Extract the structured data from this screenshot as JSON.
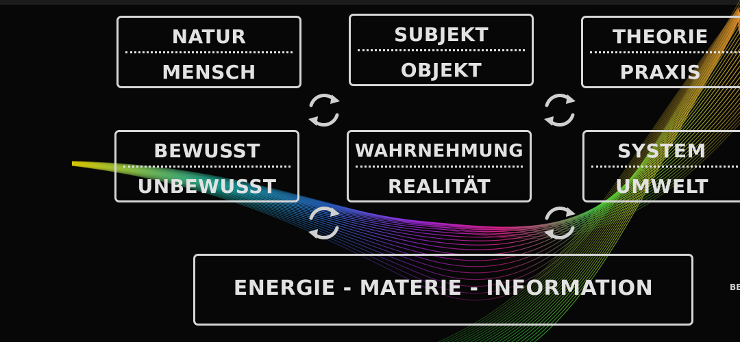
{
  "pairs": [
    {
      "top": "NATUR",
      "bottom": "MENSCH"
    },
    {
      "top": "SUBJEKT",
      "bottom": "OBJEKT"
    },
    {
      "top": "THEORIE",
      "bottom": "PRAXIS"
    },
    {
      "top": "BEWUSST",
      "bottom": "UNBEWUSST"
    },
    {
      "top": "WAHRNEHMUNG",
      "bottom": "REALITÄT"
    },
    {
      "top": "SYSTEM",
      "bottom": "UMWELT"
    }
  ],
  "banner": "ENERGIE - MATERIE - INFORMATION",
  "corner_text": "BE",
  "icons": {
    "cycle": "cycle-arrows-icon"
  },
  "colors": {
    "background": "#070707",
    "frame": "#d6d6d6",
    "text": "#e2e2e2",
    "wave_spectrum": [
      "#d9c400",
      "#19b8a8",
      "#2a6fe0",
      "#a025d8",
      "#e0208e",
      "#2ecb3a",
      "#e6b02a"
    ]
  }
}
